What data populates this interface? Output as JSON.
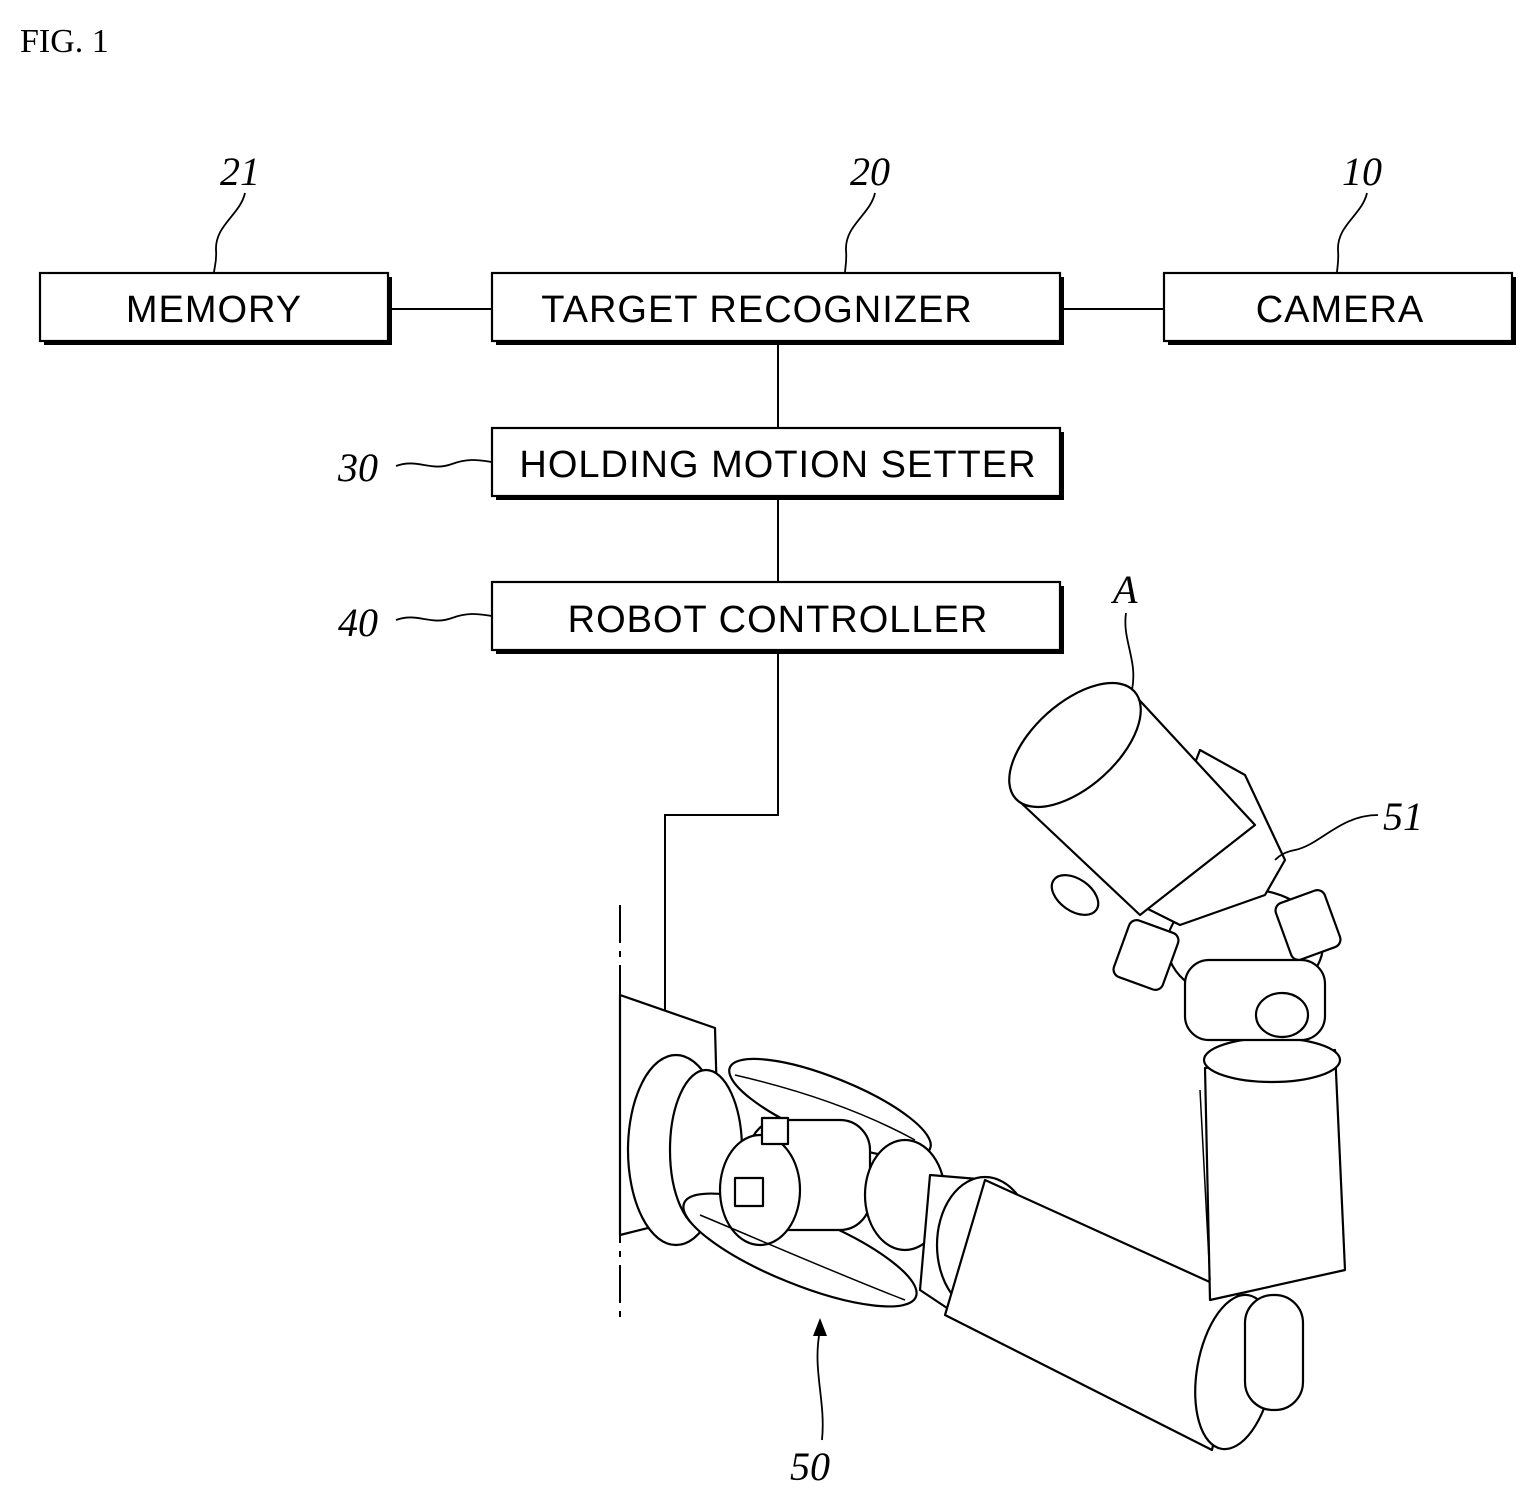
{
  "figure": {
    "title": "FIG. 1"
  },
  "blocks": {
    "memory": {
      "label": "MEMORY",
      "ref": "21"
    },
    "target_recognizer": {
      "label": "TARGET RECOGNIZER",
      "ref": "20"
    },
    "camera": {
      "label": "CAMERA",
      "ref": "10"
    },
    "holding_motion_setter": {
      "label": "HOLDING MOTION SETTER",
      "ref": "30"
    },
    "robot_controller": {
      "label": "ROBOT CONTROLLER",
      "ref": "40"
    }
  },
  "robot": {
    "ref": "50",
    "hand_ref": "51",
    "target_ref": "A"
  }
}
